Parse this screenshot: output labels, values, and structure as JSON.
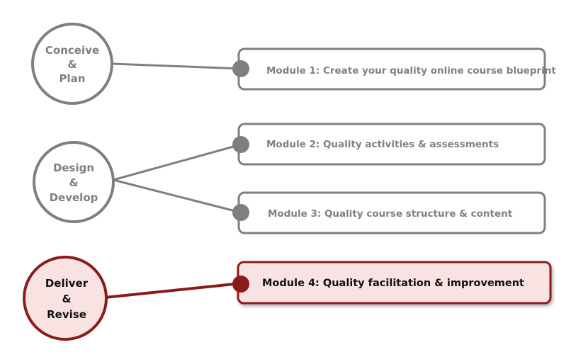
{
  "colors": {
    "gray": "#7f7f7f",
    "accent": "#8b1a1a",
    "accent_fill": "#f8e2e2"
  },
  "phases": [
    {
      "lines": [
        "Conceive",
        "&",
        "Plan"
      ],
      "active": false
    },
    {
      "lines": [
        "Design",
        "&",
        "Develop"
      ],
      "active": false
    },
    {
      "lines": [
        "Deliver",
        "&",
        "Revise"
      ],
      "active": true
    }
  ],
  "modules": [
    {
      "label": "Module 1: Create your quality online course blueprint",
      "phase": 0,
      "active": false
    },
    {
      "label": "Module 2: Quality activities & assessments",
      "phase": 1,
      "active": false
    },
    {
      "label": "Module 3: Quality course structure & content",
      "phase": 1,
      "active": false
    },
    {
      "label": "Module 4: Quality facilitation & improvement",
      "phase": 2,
      "active": true
    }
  ]
}
